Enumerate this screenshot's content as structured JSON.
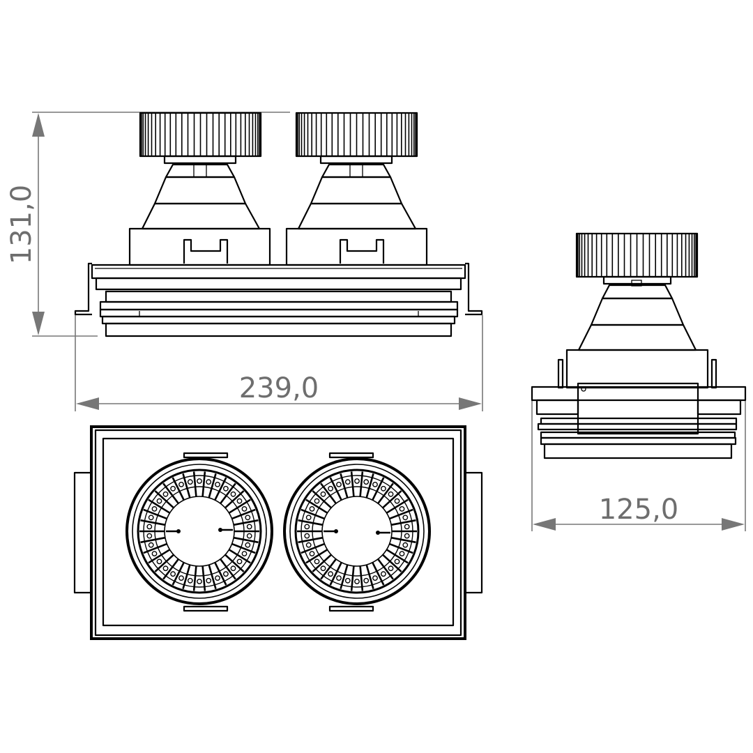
{
  "dimensions": {
    "height": "131,0",
    "width": "239,0",
    "depth": "125,0"
  },
  "colors": {
    "line": "#000000",
    "dimension": "#777777",
    "text": "#6e6e6e",
    "background": "#ffffff"
  }
}
